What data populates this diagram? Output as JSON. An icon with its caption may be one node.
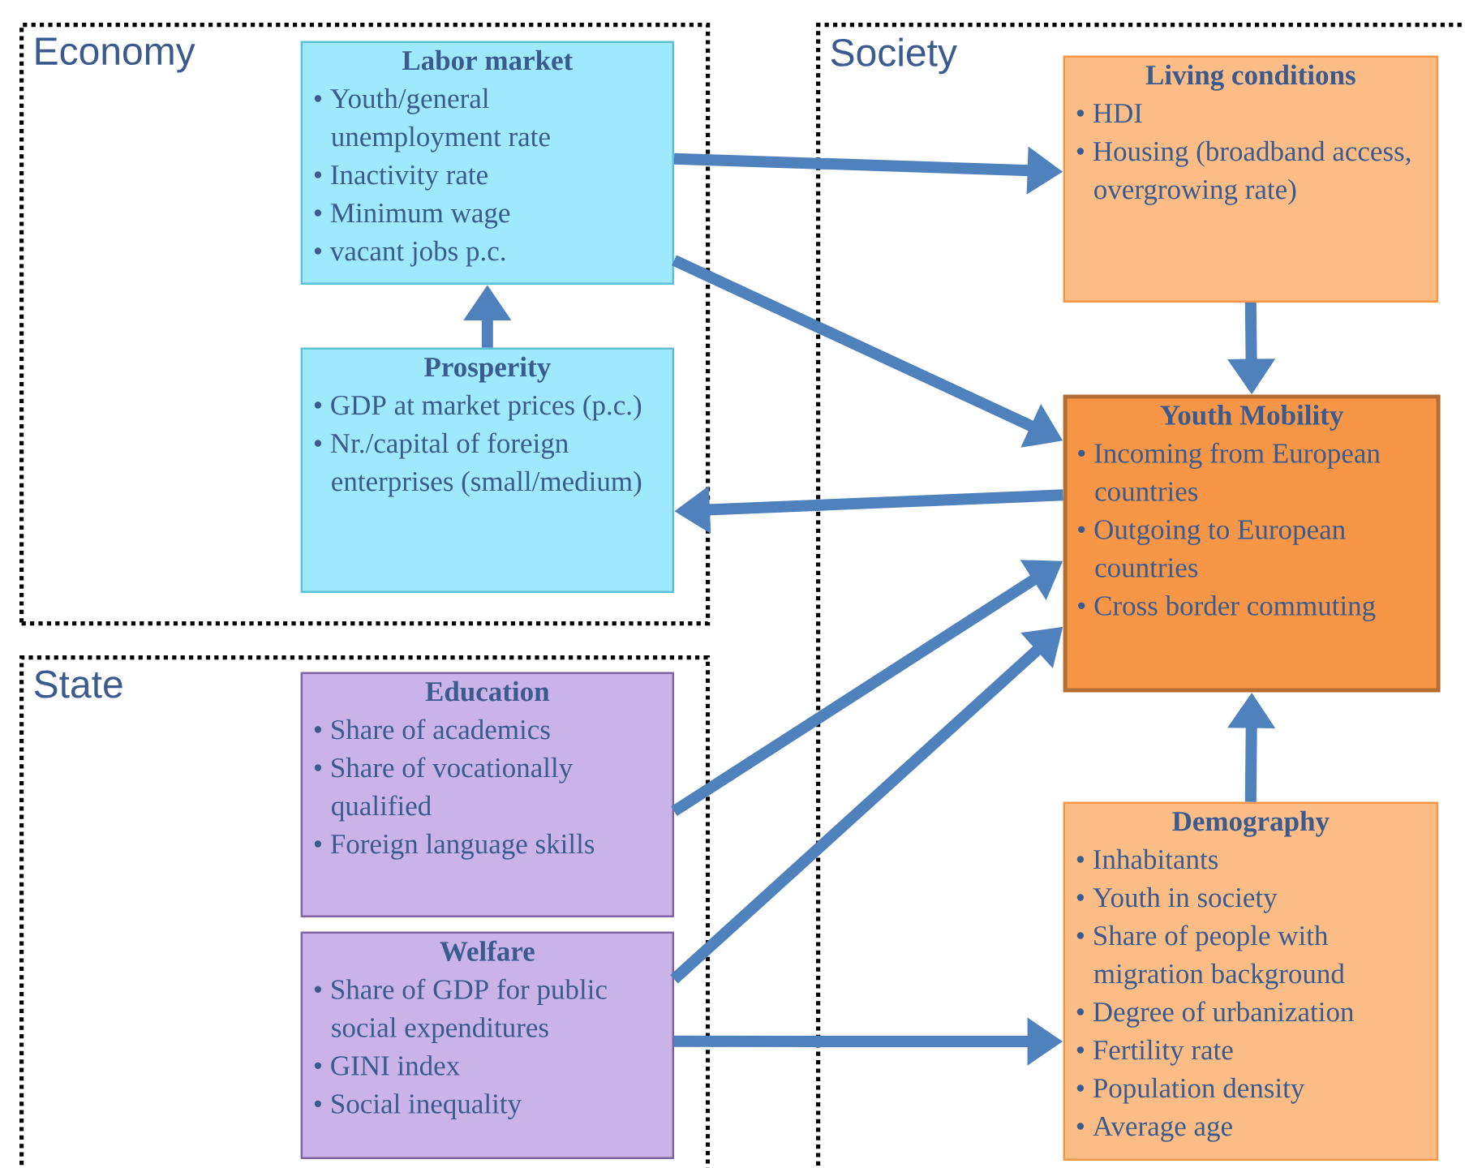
{
  "diagram": {
    "nodes": [
      {
        "text": [
          "Economy"
        ]
      },
      {
        "text": [
          "Society"
        ]
      },
      {
        "text": [
          "State"
        ]
      },
      {
        "text": [
          "Labor market",
          "• Youth/general unemployment rate",
          "• Inactivity rate",
          "• Minimum wage",
          "• vacant jobs p.c."
        ],
        "in": 0
      },
      {
        "text": [
          "Prosperity",
          "• GDP at market prices (p.c.)",
          "• Nr./capital of foreign enterprises (small/medium)"
        ],
        "in": 0
      },
      {
        "text": [
          "Living conditions",
          "• HDI",
          "• Housing (broadband access, overgrowing rate)"
        ],
        "in": 1
      },
      {
        "text": [
          "Youth Mobility",
          "• Incoming from European countries",
          "• Outgoing to European countries",
          "• Cross border commuting"
        ],
        "in": 1
      },
      {
        "text": [
          "Education",
          "• Share of academics",
          "• Share of vocationally qualified",
          "• Foreign language  skills"
        ],
        "in": 2
      },
      {
        "text": [
          "Welfare",
          "• Share of GDP for public social expenditures",
          "• GINI index",
          "• Social inequality"
        ],
        "in": 2
      },
      {
        "text": [
          "Demography",
          "• Inhabitants",
          "• Youth in society",
          "• Share of people with migration background",
          "• Degree of urbanization",
          "• Fertility rate",
          "• Population density",
          "• Average age"
        ],
        "in": 1
      }
    ],
    "edges": [
      {
        "from": 3,
        "to": 5,
        "arrow": "to"
      },
      {
        "from": 3,
        "to": 6,
        "arrow": "to"
      },
      {
        "from": 6,
        "to": 4,
        "arrow": "to"
      },
      {
        "from": 4,
        "to": 3,
        "arrow": "to"
      },
      {
        "from": 7,
        "to": 6,
        "arrow": "to"
      },
      {
        "from": 8,
        "to": 6,
        "arrow": "to"
      },
      {
        "from": 8,
        "to": 9,
        "arrow": "to"
      },
      {
        "from": 5,
        "to": 6,
        "arrow": "to"
      },
      {
        "from": 9,
        "to": 6,
        "arrow": "to"
      }
    ]
  }
}
